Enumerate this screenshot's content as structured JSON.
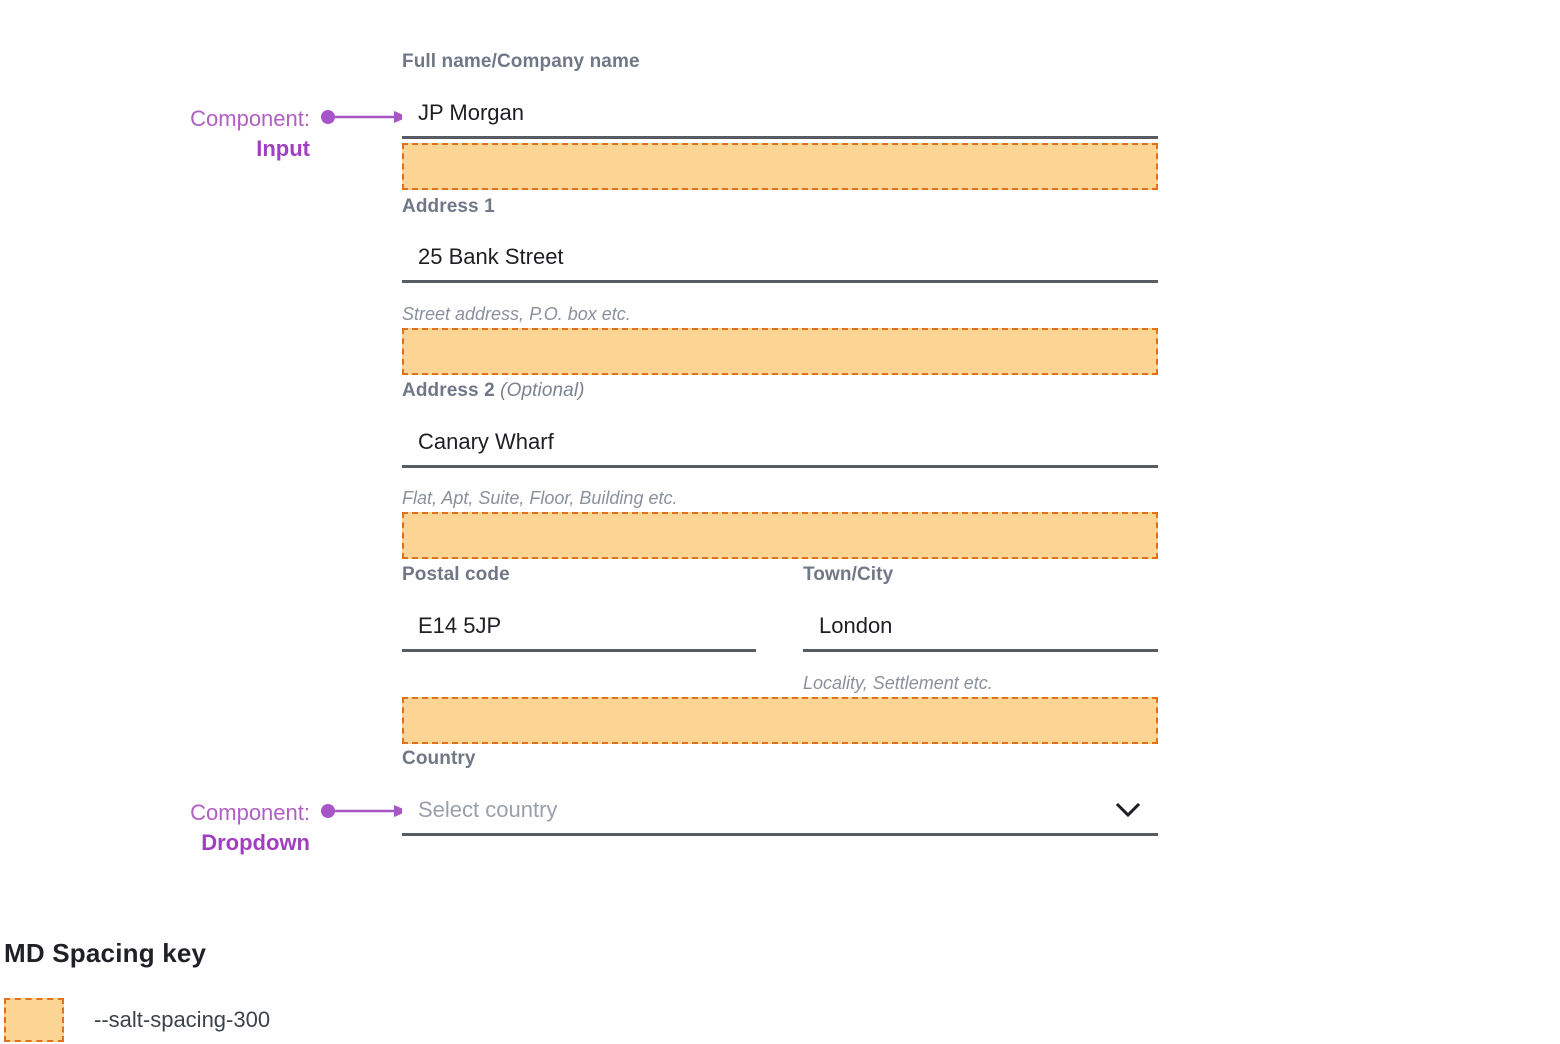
{
  "colors": {
    "accent_purple": "#a855c8",
    "spacing_fill": "#fcd494",
    "spacing_border": "#e2711d",
    "label_gray": "#707887",
    "helper_gray": "#8a909c",
    "input_underline": "#585c63",
    "input_text": "#1e1f23",
    "placeholder": "#9aa0aa"
  },
  "form": {
    "fields": [
      {
        "id": "full-name",
        "label": "Full name/Company name",
        "optional_suffix": "",
        "value": "JP Morgan",
        "placeholder": "",
        "helper": ""
      },
      {
        "id": "address-1",
        "label": "Address 1",
        "optional_suffix": "",
        "value": "25 Bank Street",
        "placeholder": "",
        "helper": "Street address, P.O. box etc."
      },
      {
        "id": "address-2",
        "label": "Address 2",
        "optional_suffix": "(Optional)",
        "value": "Canary Wharf",
        "placeholder": "",
        "helper": "Flat, Apt, Suite, Floor, Building etc."
      },
      {
        "id": "postal-code",
        "label": "Postal code",
        "optional_suffix": "",
        "value": "E14 5JP",
        "placeholder": "",
        "helper": ""
      },
      {
        "id": "town-city",
        "label": "Town/City",
        "optional_suffix": "",
        "value": "London",
        "placeholder": "",
        "helper": "Locality, Settlement etc."
      },
      {
        "id": "country",
        "label": "Country",
        "optional_suffix": "",
        "value": "",
        "placeholder": "Select country",
        "helper": ""
      }
    ]
  },
  "annotations": [
    {
      "id": "input",
      "kind": "Component:",
      "component": "Input"
    },
    {
      "id": "dropdown",
      "kind": "Component:",
      "component": "Dropdown"
    }
  ],
  "legend": {
    "title": "MD Spacing key",
    "items": [
      {
        "token": "--salt-spacing-300"
      }
    ]
  },
  "icons": {
    "chevron_down": "chevron-down-icon"
  }
}
